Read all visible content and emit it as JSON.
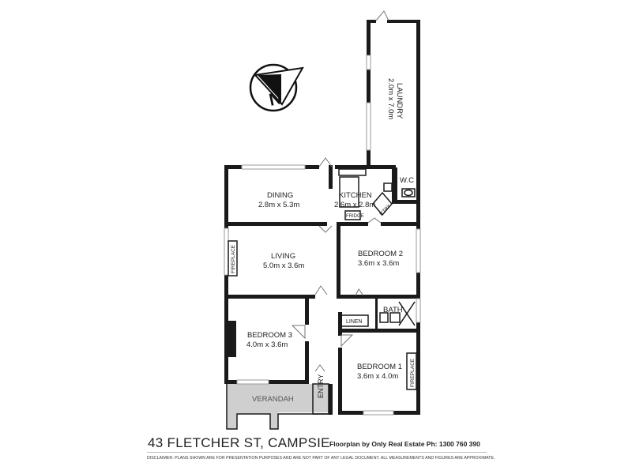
{
  "compass": {
    "label": "N"
  },
  "rooms": {
    "laundry": {
      "name": "LAUNDRY",
      "dims": "2.0m x 7.0m"
    },
    "wc": {
      "name": "W.C"
    },
    "dining": {
      "name": "DINING",
      "dims": "2.8m x 5.3m"
    },
    "kitchen": {
      "name": "KITCHEN",
      "dims": "2.6m x 2.8m"
    },
    "fridge": {
      "name": "FRIDGE"
    },
    "pantry": {
      "name": "P'TRY"
    },
    "living": {
      "name": "LIVING",
      "dims": "5.0m x 3.6m"
    },
    "fireplace_living": {
      "name": "FIREPLACE"
    },
    "bedroom2": {
      "name": "BEDROOM 2",
      "dims": "3.6m x 3.6m"
    },
    "bath": {
      "name": "BATH"
    },
    "linen": {
      "name": "LINEN"
    },
    "bedroom3": {
      "name": "BEDROOM 3",
      "dims": "4.0m x 3.6m"
    },
    "bedroom1": {
      "name": "BEDROOM 1",
      "dims": "3.6m x 4.0m"
    },
    "fireplace_bed1": {
      "name": "FIREPLACE"
    },
    "entry": {
      "name": "ENTRY"
    },
    "verandah": {
      "name": "VERANDAH"
    }
  },
  "footer": {
    "address": "43 FLETCHER ST, CAMPSIE",
    "credit": "Floorplan by Only Real Estate Ph: 1300 760 390",
    "disclaimer": "DISCLAIMER:  PLANS SHOWN ARE FOR PRESENTATION PURPOSES AND ARE NOT PART OF ANY LEGAL DOCUMENT. ALL MEASUREMENTS AND FIGURES ARE APPROXIMATE."
  }
}
